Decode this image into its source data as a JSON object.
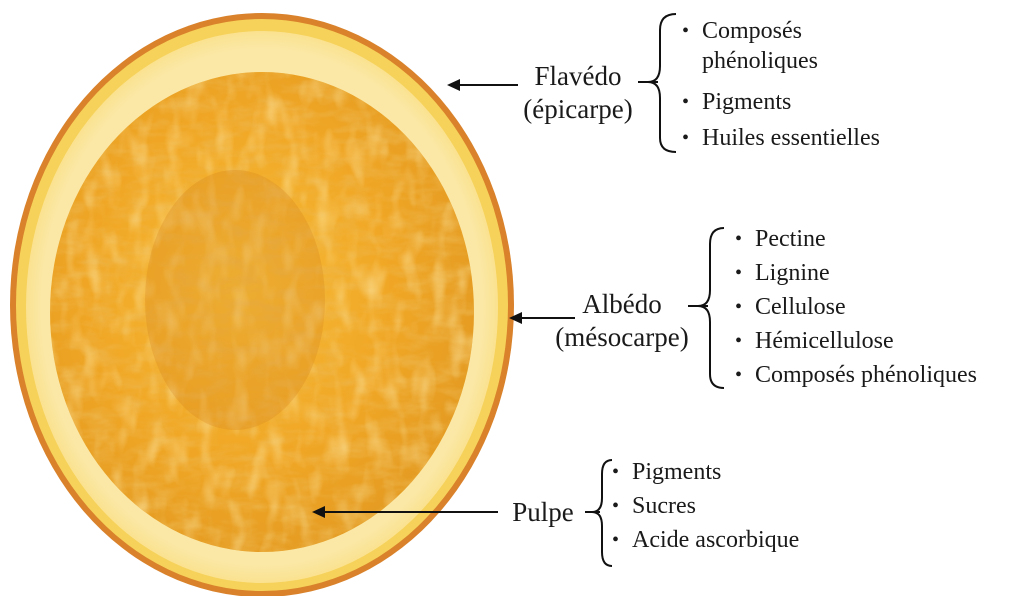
{
  "image": {
    "subject": "halved orange",
    "colors": {
      "rind": "#d9822b",
      "flavedo": "#f6d25a",
      "albedo": "#fbe7a0",
      "pulp": "#f1ad22",
      "pulp_dark": "#d8881a",
      "pulp_light": "#ffd66a"
    }
  },
  "labels": [
    {
      "id": "flavedo",
      "name": "Flavédo",
      "sub": "(épicarpe)",
      "items": [
        "Composés phénoliques",
        "Pigments",
        "Huiles essentielles"
      ]
    },
    {
      "id": "albedo",
      "name": "Albédo",
      "sub": "(mésocarpe)",
      "items": [
        "Pectine",
        "Lignine",
        "Cellulose",
        "Hémicellulose",
        "Composés phénoliques"
      ]
    },
    {
      "id": "pulpe",
      "name": "Pulpe",
      "sub": "",
      "items": [
        "Pigments",
        "Sucres",
        "Acide ascorbique"
      ]
    }
  ]
}
